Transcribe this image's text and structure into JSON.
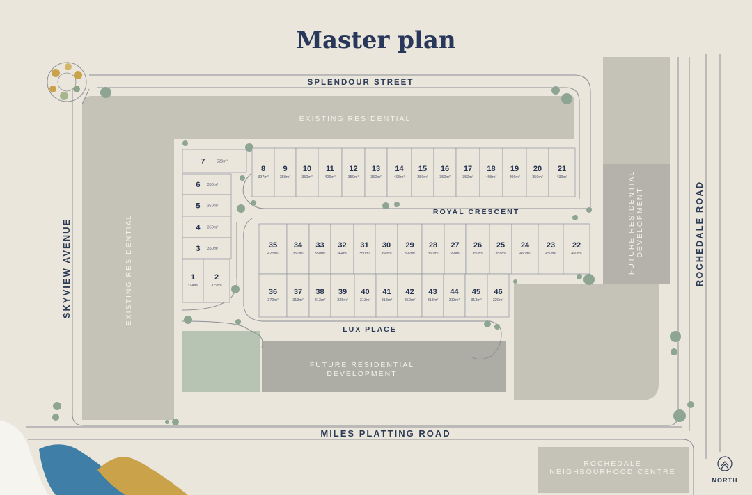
{
  "title": "Master plan",
  "streets": {
    "splendour": "SPLENDOUR STREET",
    "royal": "ROYAL CRESCENT",
    "lux": "LUX PLACE",
    "miles": "MILES PLATTING ROAD",
    "skyview": "SKYVIEW AVENUE",
    "rochedale": "ROCHEDALE ROAD"
  },
  "zones": {
    "existing_top": "EXISTING RESIDENTIAL",
    "existing_left": "EXISTING RESIDENTIAL",
    "future_center_line1": "FUTURE RESIDENTIAL",
    "future_center_line2": "DEVELOPMENT",
    "future_right_line1": "FUTURE RESIDENTIAL",
    "future_right_line2": "DEVELOPMENT",
    "neighbourhood_line1": "ROCHEDALE",
    "neighbourhood_line2": "NEIGHBOURHOOD CENTRE"
  },
  "north": "NORTH",
  "colors": {
    "background": "#ebe6dc",
    "block": "#c5c3b8",
    "block_dark": "#aeada5",
    "road_line": "#8c8f95",
    "lot_line": "#8d93a0",
    "park": "#b5c2b2",
    "text": "#2b3a55",
    "accent_blue": "#3f7ea6",
    "accent_gold": "#c9a24a"
  },
  "lots": {
    "top_row": [
      {
        "n": "8",
        "a": "397m²"
      },
      {
        "n": "9",
        "a": "350m²"
      },
      {
        "n": "10",
        "a": "350m²"
      },
      {
        "n": "11",
        "a": "406m²"
      },
      {
        "n": "12",
        "a": "350m²"
      },
      {
        "n": "13",
        "a": "350m²"
      },
      {
        "n": "14",
        "a": "406m²"
      },
      {
        "n": "15",
        "a": "350m²"
      },
      {
        "n": "16",
        "a": "350m²"
      },
      {
        "n": "17",
        "a": "350m²"
      },
      {
        "n": "18",
        "a": "408m²"
      },
      {
        "n": "19",
        "a": "406m²"
      },
      {
        "n": "20",
        "a": "350m²"
      },
      {
        "n": "21",
        "a": "439m²"
      }
    ],
    "left_col": [
      {
        "n": "7",
        "a": "529m²"
      },
      {
        "n": "6",
        "a": "350m²"
      },
      {
        "n": "5",
        "a": "350m²"
      },
      {
        "n": "4",
        "a": "350m²"
      },
      {
        "n": "3",
        "a": "350m²"
      }
    ],
    "corner": [
      {
        "n": "1",
        "a": "314m²"
      },
      {
        "n": "2",
        "a": "379m²"
      }
    ],
    "mid_upper": [
      {
        "n": "35",
        "a": "425m²"
      },
      {
        "n": "34",
        "a": "350m²"
      },
      {
        "n": "33",
        "a": "350m²"
      },
      {
        "n": "32",
        "a": "364m²"
      },
      {
        "n": "31",
        "a": "350m²"
      },
      {
        "n": "30",
        "a": "350m²"
      },
      {
        "n": "29",
        "a": "392m²"
      },
      {
        "n": "28",
        "a": "350m²"
      },
      {
        "n": "27",
        "a": "350m²"
      },
      {
        "n": "26",
        "a": "350m²"
      },
      {
        "n": "25",
        "a": "358m²"
      },
      {
        "n": "24",
        "a": "450m²"
      },
      {
        "n": "23",
        "a": "450m²"
      },
      {
        "n": "22",
        "a": "450m²"
      }
    ],
    "mid_lower": [
      {
        "n": "36",
        "a": "379m²"
      },
      {
        "n": "37",
        "a": "313m²"
      },
      {
        "n": "38",
        "a": "313m²"
      },
      {
        "n": "39",
        "a": "325m²"
      },
      {
        "n": "40",
        "a": "313m²"
      },
      {
        "n": "41",
        "a": "313m²"
      },
      {
        "n": "42",
        "a": "350m²"
      },
      {
        "n": "43",
        "a": "313m²"
      },
      {
        "n": "44",
        "a": "313m²"
      },
      {
        "n": "45",
        "a": "313m²"
      },
      {
        "n": "46",
        "a": "320m²"
      }
    ]
  }
}
